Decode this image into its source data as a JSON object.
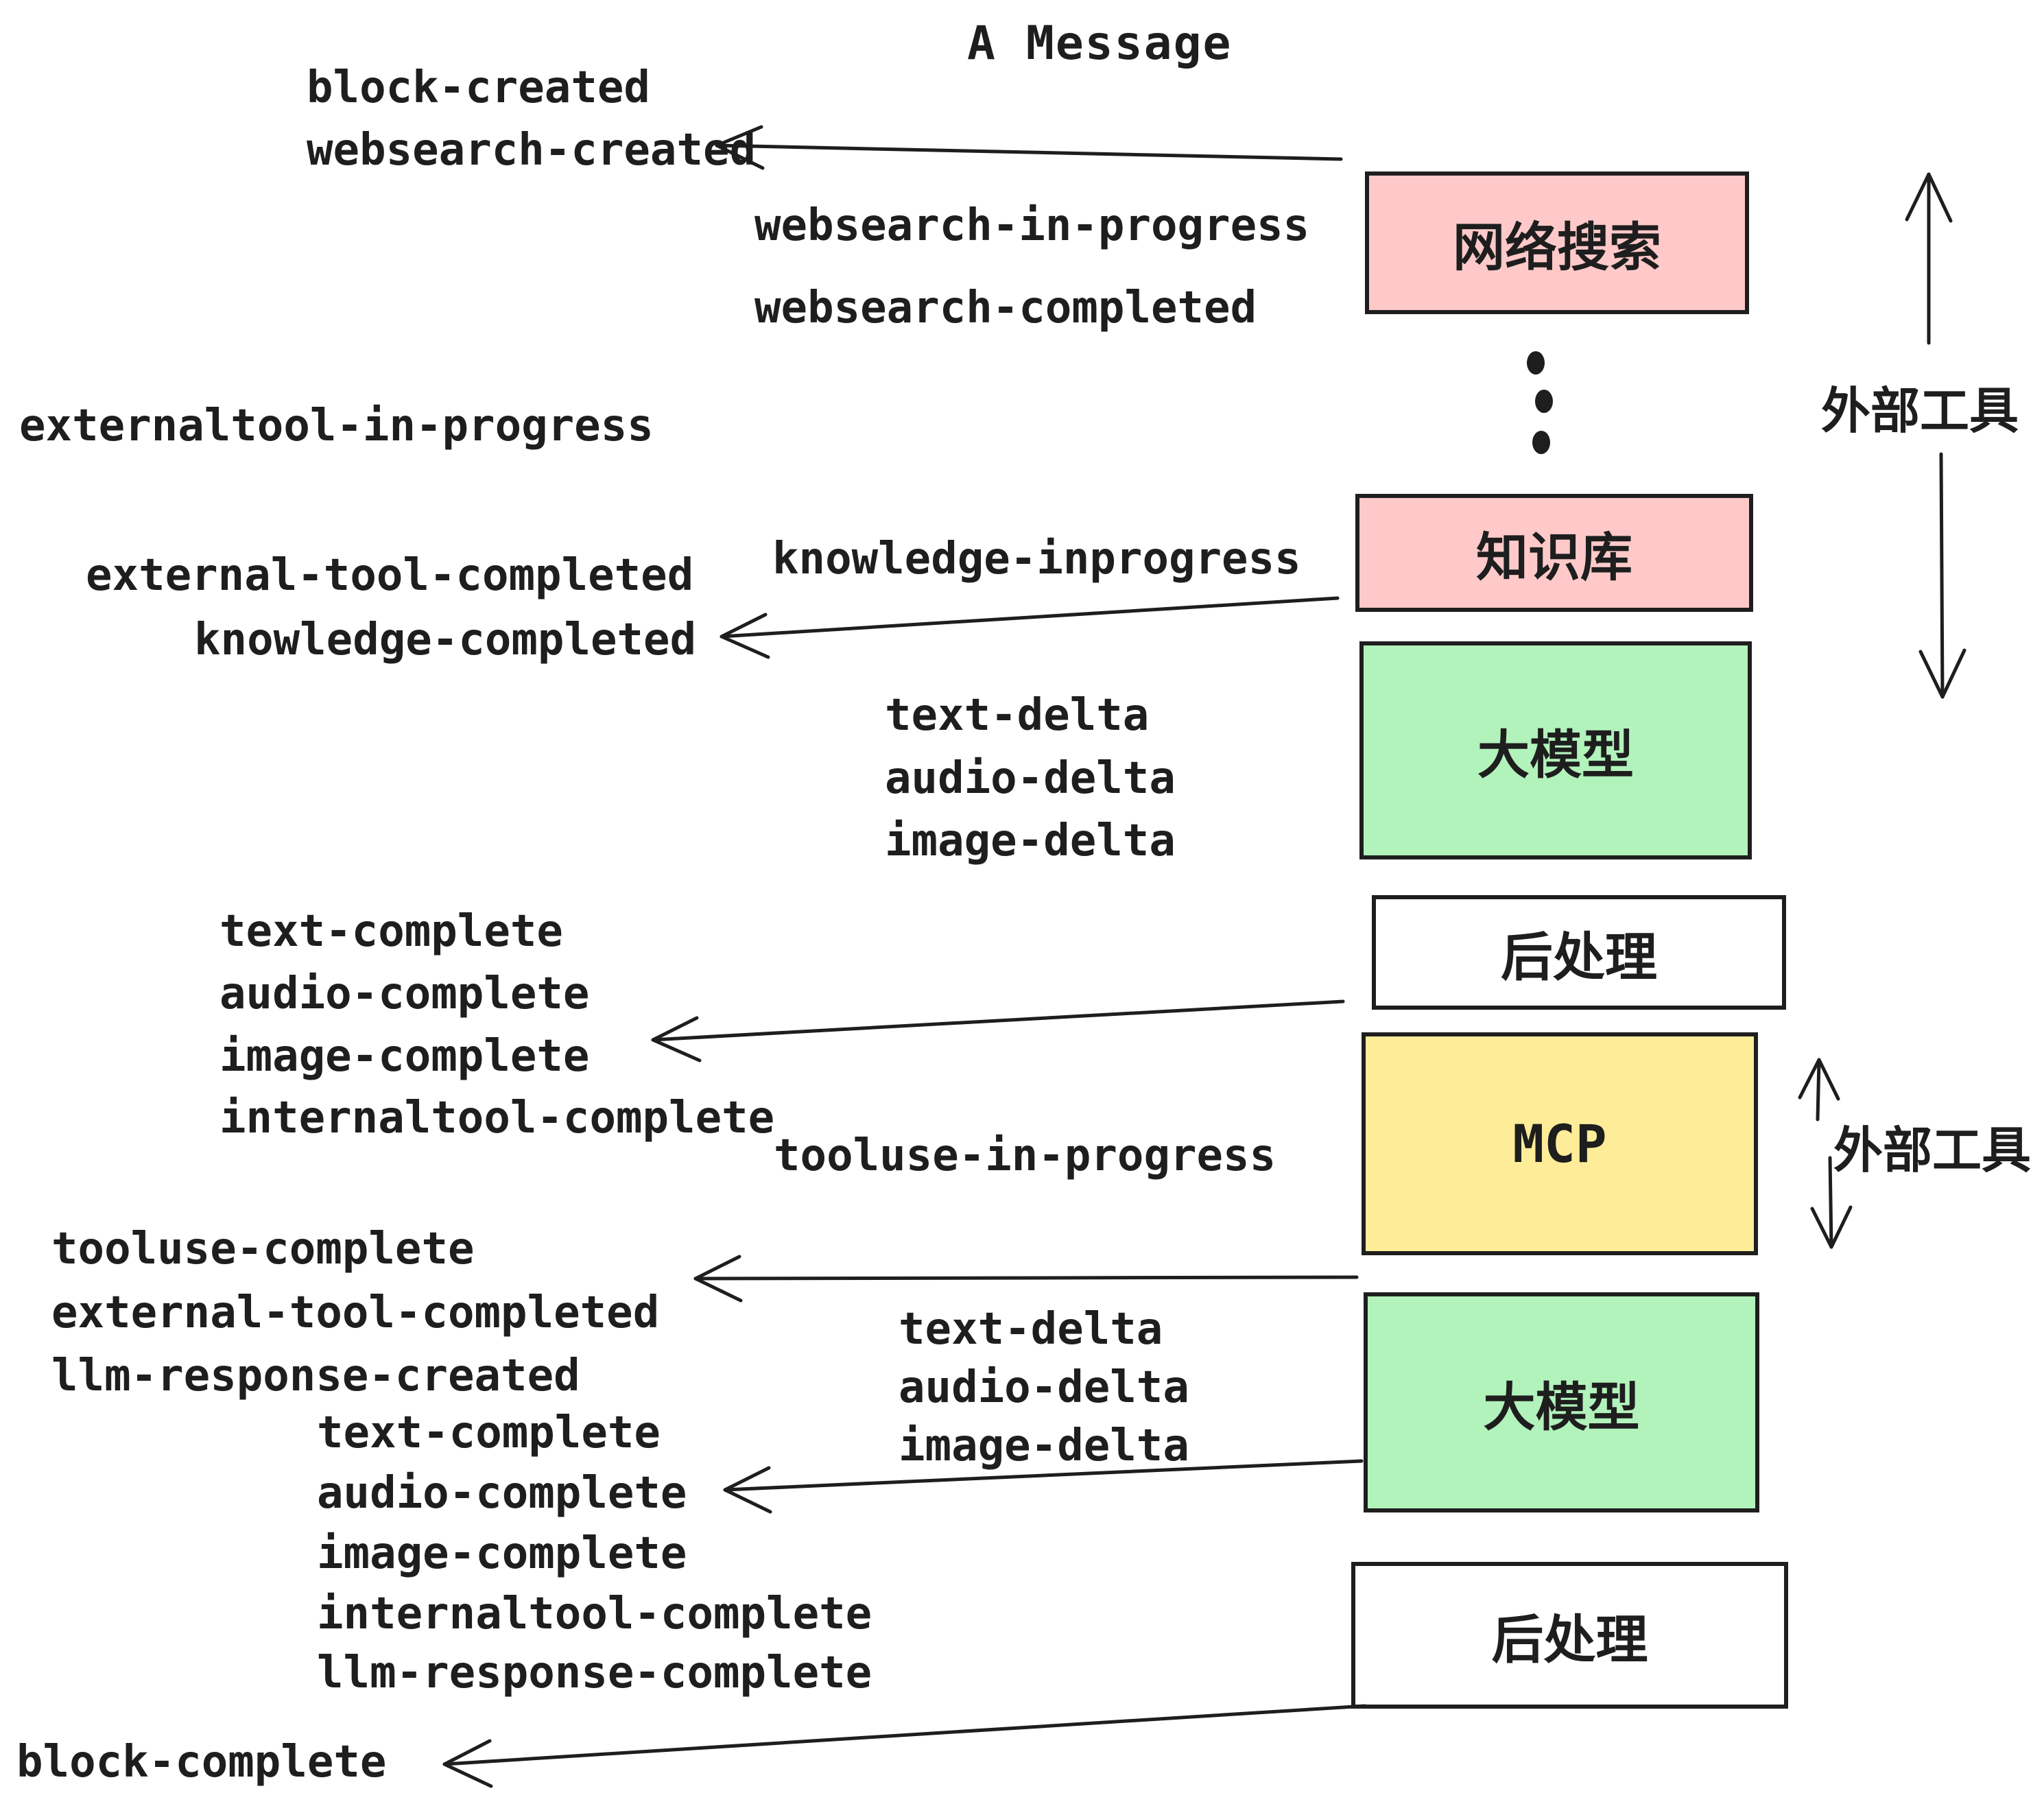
{
  "title": "A Message",
  "events": {
    "block_created": "block-created",
    "websearch_created": "websearch-created",
    "websearch_in_progress": "websearch-in-progress",
    "websearch_completed": "websearch-completed",
    "externaltool_in_progress": "externaltool-in-progress",
    "knowledge_inprogress": "knowledge-inprogress",
    "external_tool_completed": "external-tool-completed",
    "knowledge_completed": "knowledge-completed",
    "text_delta": "text-delta",
    "audio_delta": "audio-delta",
    "image_delta": "image-delta",
    "text_complete": "text-complete",
    "audio_complete": "audio-complete",
    "image_complete": "image-complete",
    "internaltool_complete": "internaltool-complete",
    "tooluse_in_progress": "tooluse-in-progress",
    "tooluse_complete": "tooluse-complete",
    "external_tool_completed_2": "external-tool-completed",
    "llm_response_created": "llm-response-created",
    "text_complete_2": "text-complete",
    "audio_complete_2": "audio-complete",
    "image_complete_2": "image-complete",
    "internaltool_complete_2": "internaltool-complete",
    "llm_response_complete": "llm-response-complete",
    "block_complete": "block-complete",
    "text_delta_2": "text-delta",
    "audio_delta_2": "audio-delta",
    "image_delta_2": "image-delta"
  },
  "boxes": {
    "websearch": "网络搜索",
    "knowledge": "知识库",
    "llm": "大模型",
    "postprocess": "后处理",
    "mcp": "MCP",
    "llm_2": "大模型",
    "postprocess_2": "后处理"
  },
  "annotations": {
    "external_tools_top": "外部工具",
    "external_tools_mcp": "外部工具"
  },
  "colors": {
    "pink": "#ffc9c9",
    "green": "#b2f2bb",
    "yellow": "#ffec99",
    "stroke": "#1e1e1e",
    "background": "#ffffff"
  }
}
